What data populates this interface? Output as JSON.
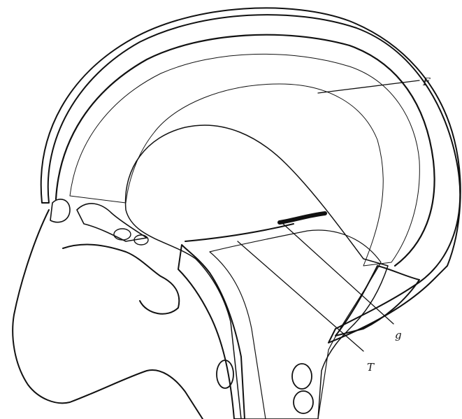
{
  "labels": {
    "falx": "F",
    "tentorium": "T",
    "notch": "g"
  },
  "colors": {
    "ink": "#111111",
    "paper": "#ffffff",
    "bone_fill": "#f6f6f6"
  }
}
